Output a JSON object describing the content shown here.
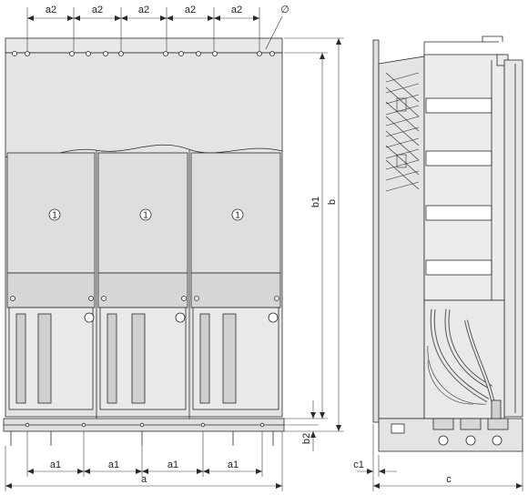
{
  "labels": {
    "a2": "a2",
    "a1": "a1",
    "a": "a",
    "b": "b",
    "b1": "b1",
    "b2": "b2",
    "c": "c",
    "c1": "c1",
    "diameter": "∅",
    "module": "1"
  },
  "colors": {
    "body": "#e4e4e4",
    "body_dark": "#cfcfcf",
    "line": "#2a2a2a",
    "dim": "#3a3a3a",
    "background": "#ffffff"
  }
}
